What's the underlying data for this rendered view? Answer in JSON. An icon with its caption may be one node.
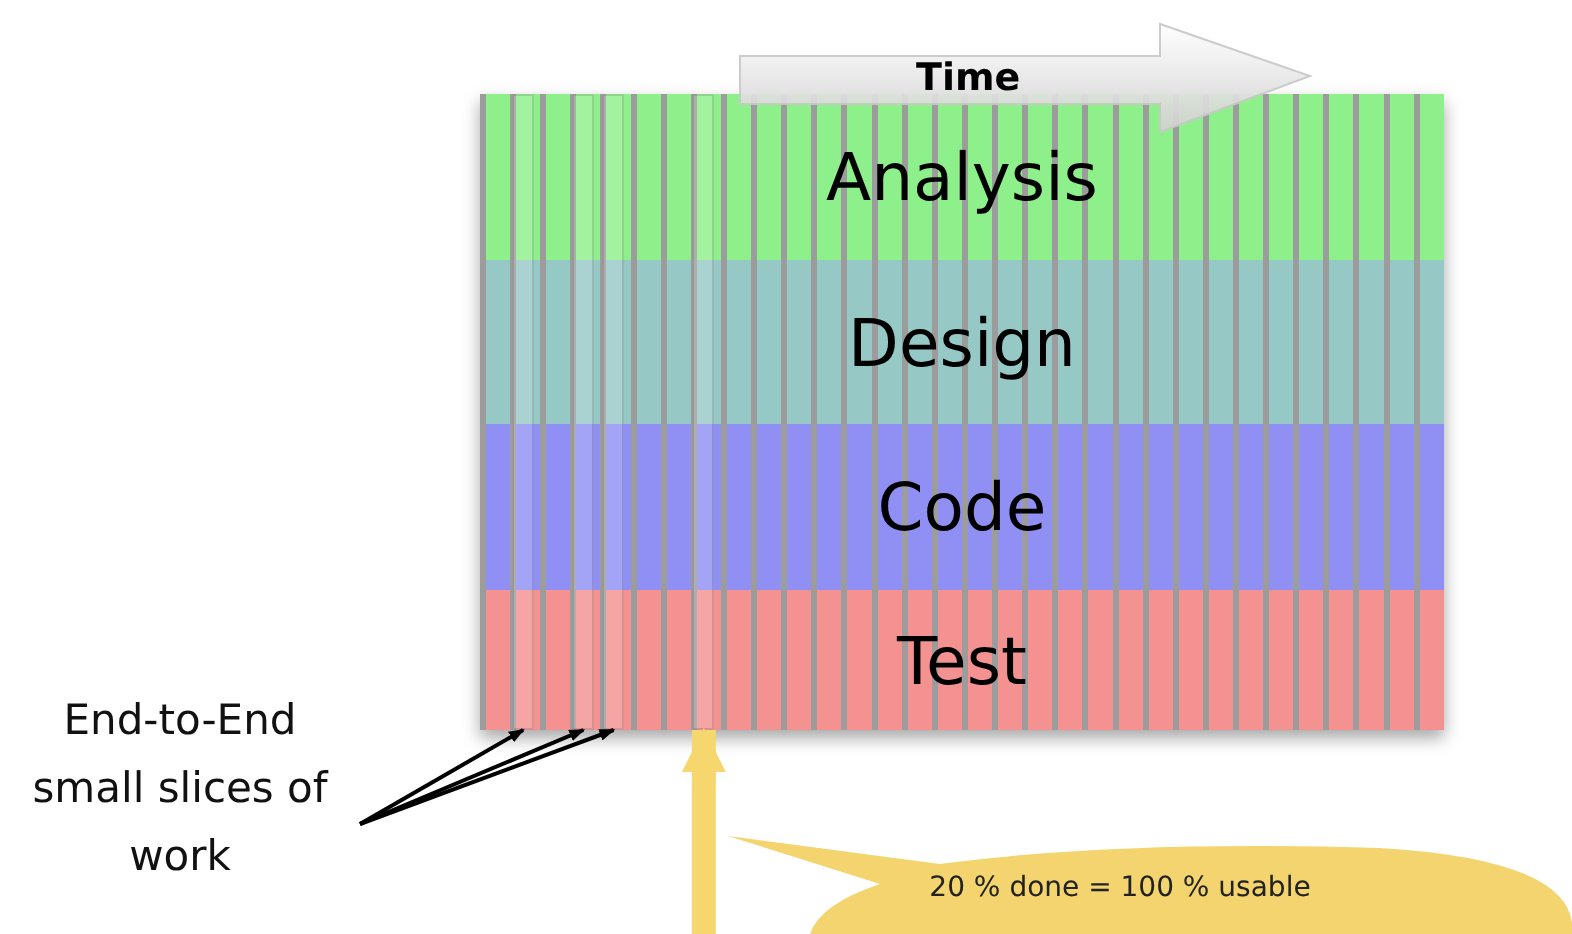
{
  "diagram": {
    "nodes": [
      {
        "text": [
          "Analysis"
        ]
      },
      {
        "text": [
          "Design"
        ]
      },
      {
        "text": [
          "Code"
        ]
      },
      {
        "text": [
          "Test"
        ]
      },
      {
        "text": [
          "End-to-End small slices of work"
        ]
      },
      {
        "text": [],
        "shape": "bar"
      },
      {
        "text": [],
        "shape": "bar"
      },
      {
        "text": [],
        "shape": "bar"
      },
      {
        "text": [],
        "shape": "bar"
      },
      {
        "text": [
          "20 % done = 100 % usable"
        ]
      }
    ],
    "edges": [
      {
        "from": 4,
        "to": 5,
        "arrow": "to"
      },
      {
        "from": 4,
        "to": 6,
        "arrow": "to"
      },
      {
        "from": 4,
        "to": 7,
        "arrow": "to"
      },
      {
        "from": null,
        "to": 8,
        "arrow": "to",
        "style": "thick",
        "color": "#f5d76e"
      }
    ],
    "labels": [
      "Time"
    ]
  }
}
